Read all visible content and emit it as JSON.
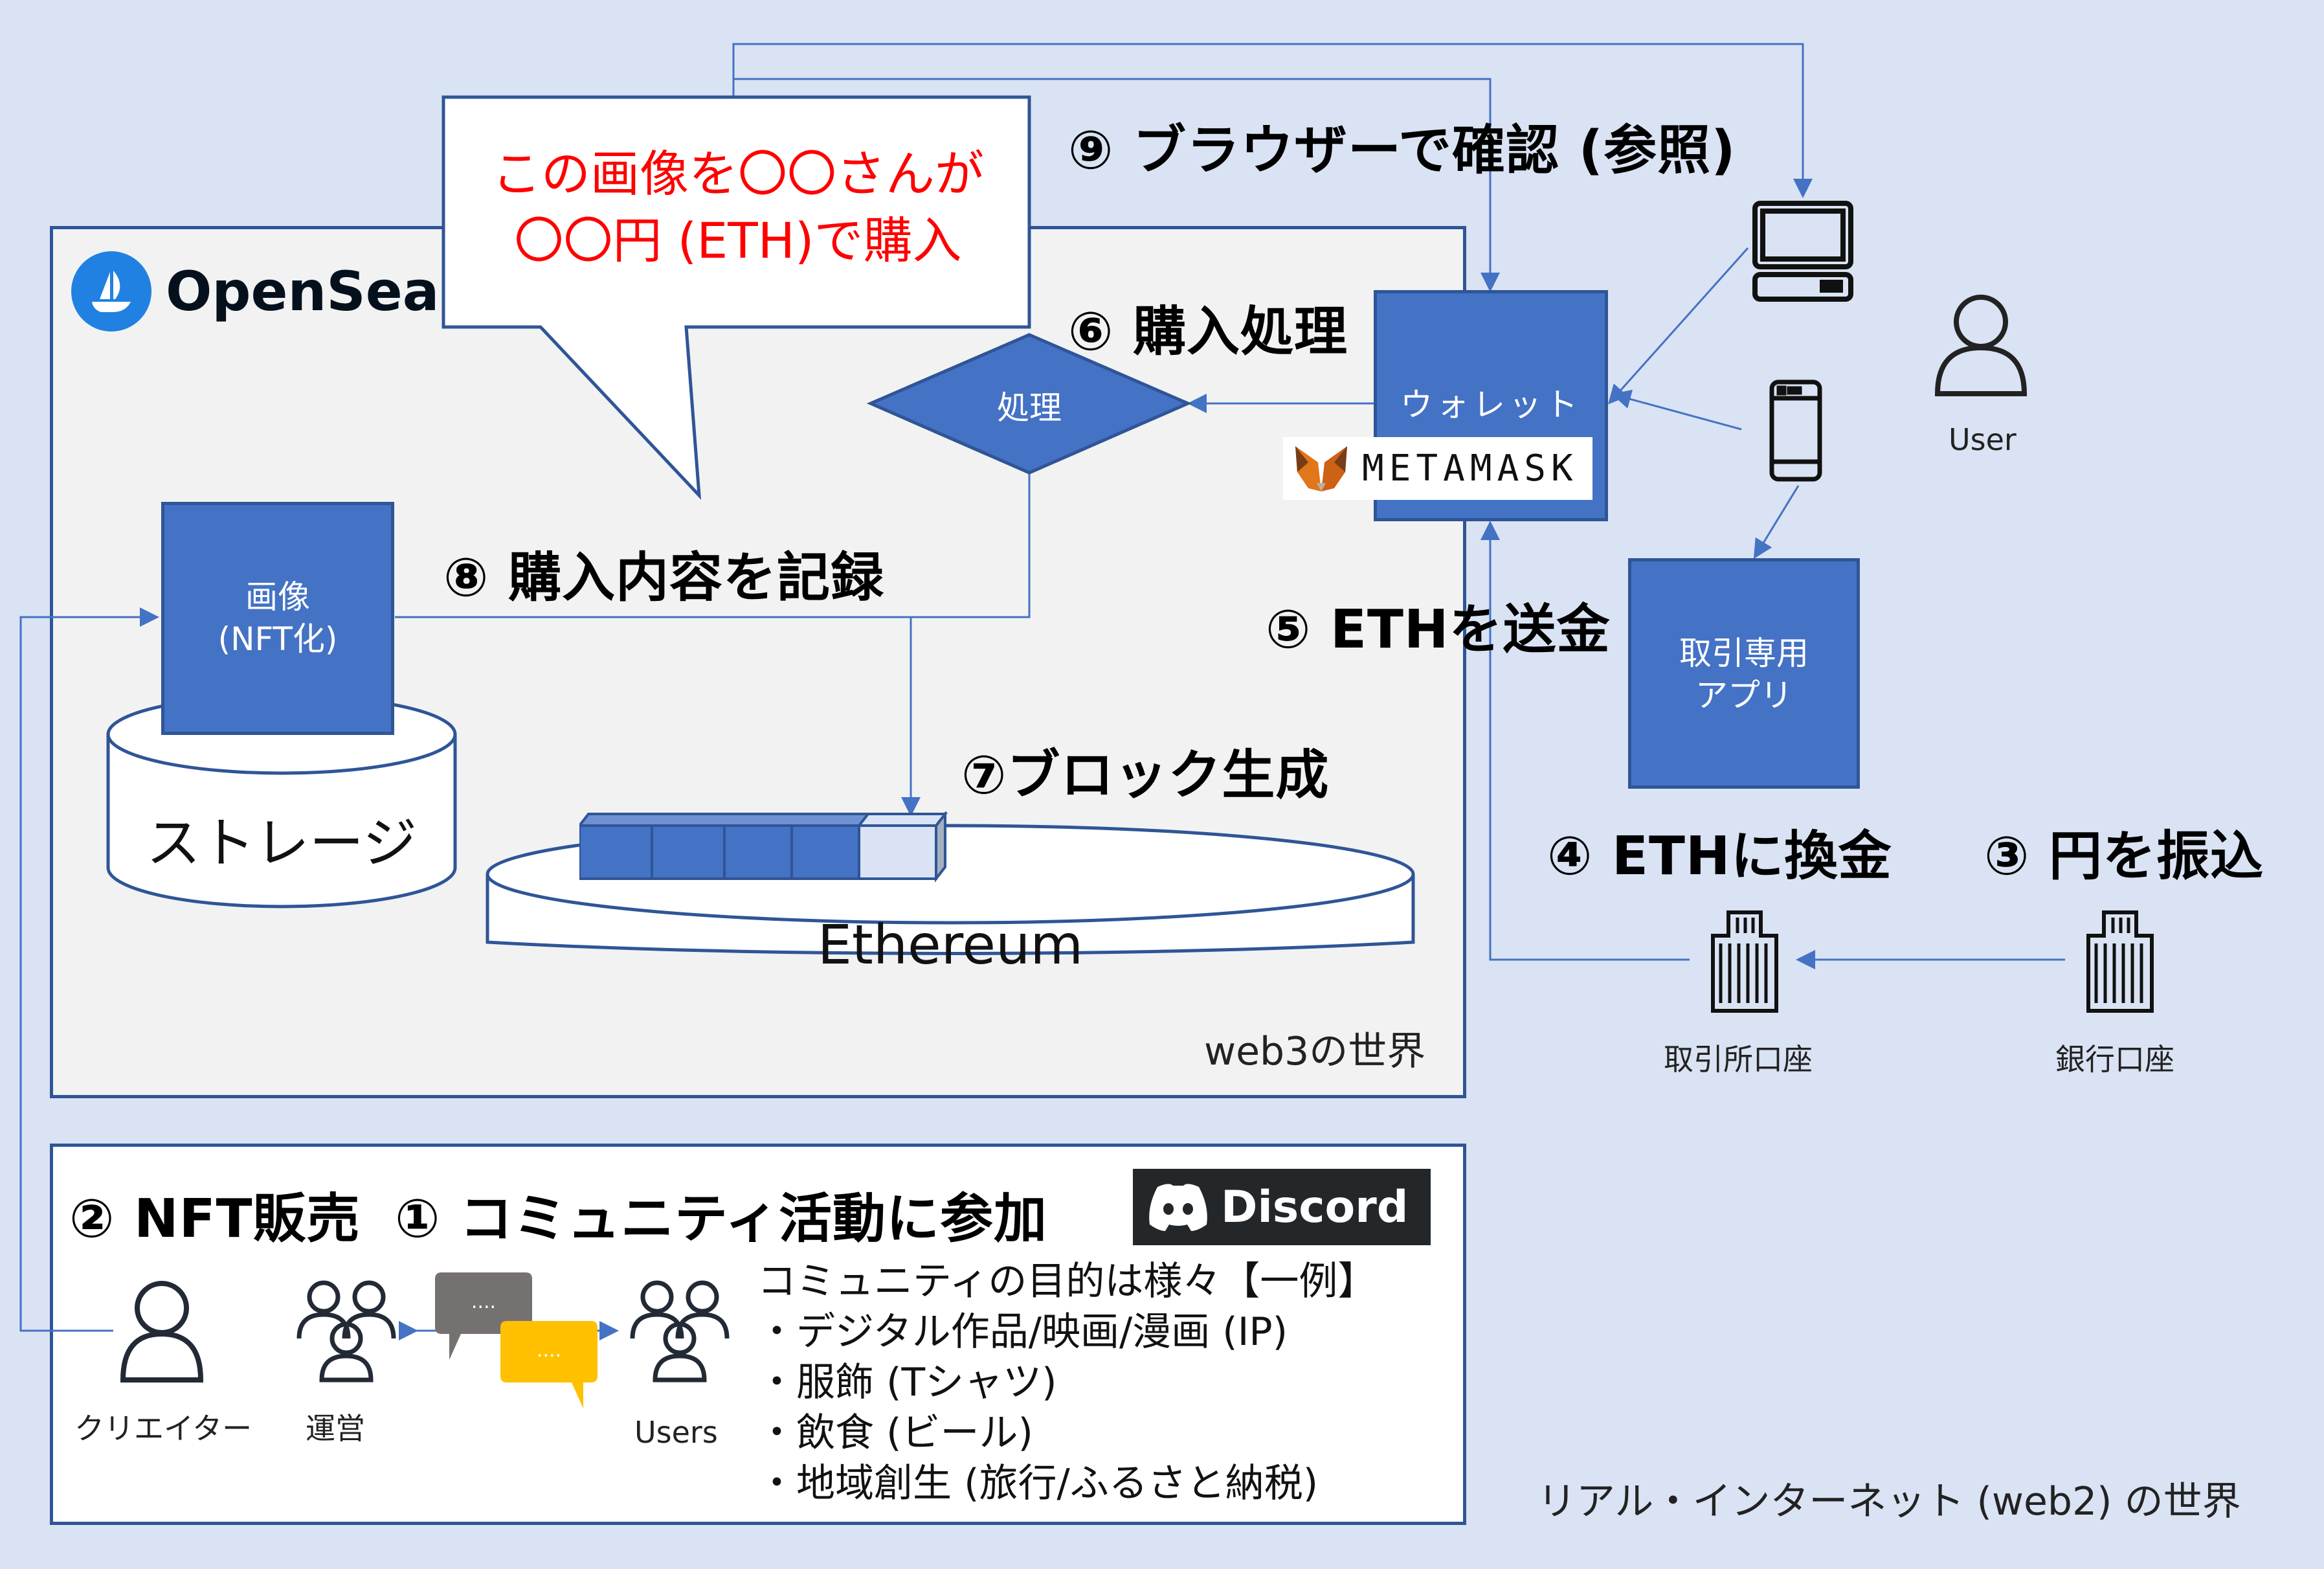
{
  "colors": {
    "background": "#dae3f3",
    "panel": "#f2f2f2",
    "box": "#4472c4",
    "border": "#2f5597",
    "callout_text": "#ff0000",
    "discord_bg": "#23272a",
    "opensea_blue": "#2081e2"
  },
  "web3": {
    "logo_text": "OpenSea",
    "world_label": "web3の世界",
    "callout": {
      "line1": "この画像を〇〇さんが",
      "line2": "〇〇円 (ETH)で購入"
    },
    "process_label": "処理",
    "image_box": {
      "line1": "画像",
      "line2": "(NFT化)"
    },
    "storage_label": "ストレージ",
    "ethereum_label": "Ethereum",
    "wallet_label": "ウォレット",
    "metamask_text": "METAMASK"
  },
  "steps": {
    "s1": "① コミュニティ活動に参加",
    "s2": "② NFT販売",
    "s3": "③ 円を振込",
    "s4": "④ ETHに換金",
    "s5": "⑤ ETHを送金",
    "s6": "⑥ 購入処理",
    "s7": "⑦ブロック生成",
    "s8": "⑧ 購入内容を記録",
    "s9": "⑨ ブラウザーで確認 (参照)"
  },
  "web2": {
    "user_label": "User",
    "exchange_app": {
      "line1": "取引専用",
      "line2": "アプリ"
    },
    "exchange_account": "取引所口座",
    "bank_account": "銀行口座",
    "world_label": "リアル・インターネット (web2) の世界"
  },
  "community": {
    "discord_text": "Discord",
    "creator_label": "クリエイター",
    "operator_label": "運営",
    "users_label": "Users",
    "chat_dots": "....",
    "purpose_title": "コミュニティの目的は様々【一例】",
    "purposes": [
      "・デジタル作品/映画/漫画 (IP)",
      "・服飾 (Tシャツ)",
      "・飲食 (ビール)",
      "・地域創生 (旅行/ふるさと納税)"
    ]
  }
}
